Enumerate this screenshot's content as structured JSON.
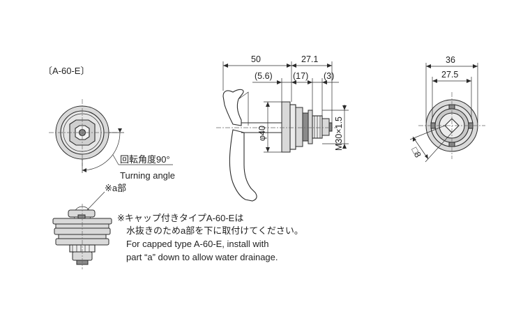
{
  "model_label": "〔A-60-E〕",
  "rotation": {
    "label_jp": "回転角度90°",
    "label_en": "Turning angle"
  },
  "part_marker": "※a部",
  "note": {
    "line1": "※キャップ付きタイプA-60-Eは",
    "line2": "水抜きのためa部を下に取付けてください。",
    "line3": "For capped type A-60-E, install with",
    "line4": "part “a” down to allow water drainage."
  },
  "dims_side": {
    "d50": "50",
    "d27_1": "27.1",
    "d5_6": "(5.6)",
    "d17": "(17)",
    "d3": "(3)",
    "dia40": "φ40",
    "thread": "M30×1.5"
  },
  "dims_end": {
    "d36": "36",
    "d27_5": "27.5",
    "sq8": "□8"
  }
}
